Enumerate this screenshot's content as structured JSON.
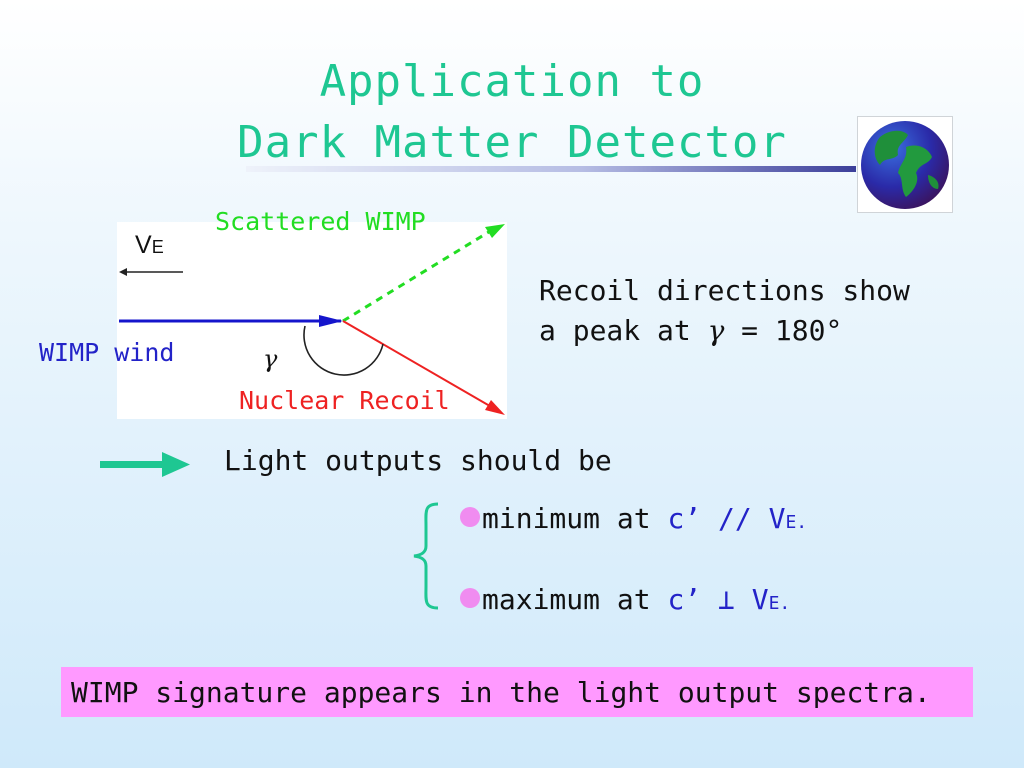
{
  "title": {
    "line1": "Application to",
    "line2": "Dark Matter Detector"
  },
  "diagram": {
    "scattered_label": "Scattered WIMP",
    "ve_label_main": "V",
    "ve_label_sub": "E",
    "wimp_wind_label": "WIMP wind",
    "gamma_label": "γ",
    "nuclear_recoil_label": "Nuclear Recoil"
  },
  "recoil_text": {
    "line1": "Recoil directions show",
    "line2_prefix": "a peak at ",
    "line2_gamma": "γ",
    "line2_suffix": " = 180°"
  },
  "light_outputs": "Light outputs should be",
  "bullets": [
    {
      "label": "minimum  at ",
      "symbol": "c’ // V",
      "sub": "E."
    },
    {
      "label": "maximum at ",
      "symbol": "c’ ⊥ V",
      "sub": "E."
    }
  ],
  "signature": "WIMP signature appears in the light output spectra.",
  "colors": {
    "title": "#1ec792",
    "scattered": "#22dd22",
    "recoil": "#ee2222",
    "wind": "#1515cc",
    "highlight_box": "#ff99ff",
    "bullet": "#f08cf0"
  },
  "icons": {
    "globe": "earth-globe-icon",
    "arrow": "right-arrow-icon",
    "brace": "left-curly-brace-icon"
  }
}
